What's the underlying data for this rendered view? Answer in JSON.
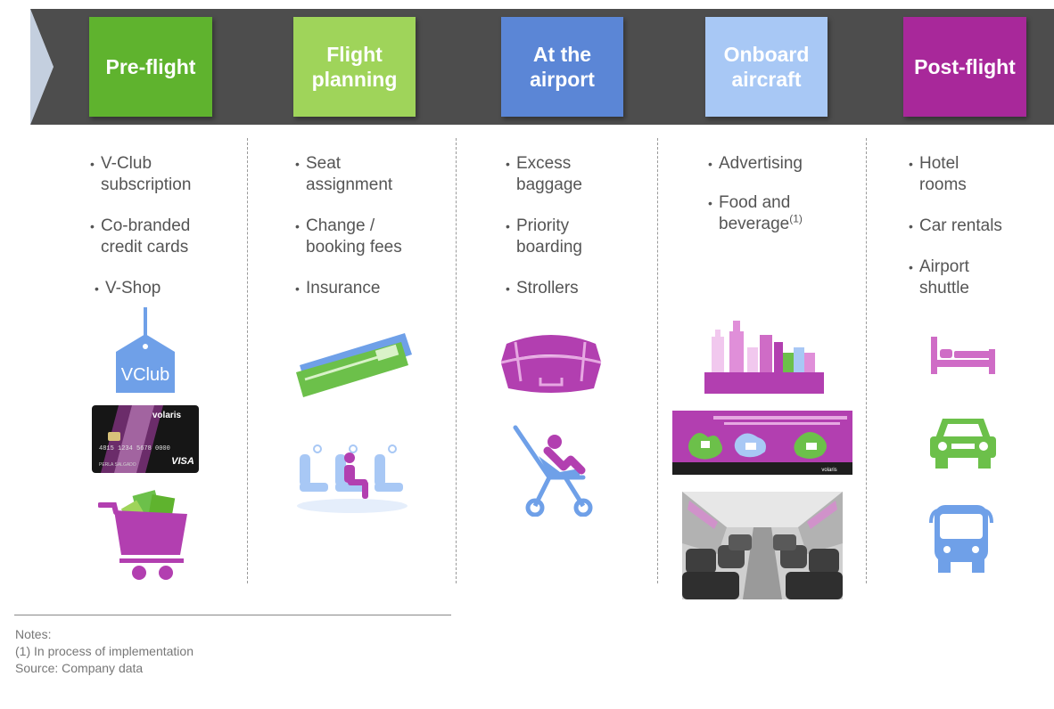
{
  "colors": {
    "band": "#4a4a4a",
    "pre_flight": "#5fb32e",
    "flight_planning": "#9fd45a",
    "at_airport": "#5b86d6",
    "onboard": "#a8c8f5",
    "post_flight": "#a8289a",
    "purple_icon": "#b23fb0",
    "blue_icon": "#6fa0e8",
    "green_icon": "#6cc04a"
  },
  "stages": [
    {
      "label": "Pre-flight"
    },
    {
      "label": "Flight\nplanning"
    },
    {
      "label": "At the\nairport"
    },
    {
      "label": "Onboard\naircraft"
    },
    {
      "label": "Post-flight"
    }
  ],
  "columns": [
    {
      "items": [
        "V-Club\nsubscription",
        "Co-branded\ncredit cards",
        "V-Shop"
      ]
    },
    {
      "items": [
        "Seat\nassignment",
        "Change /\nbooking fees",
        "Insurance"
      ]
    },
    {
      "items": [
        "Excess\nbaggage",
        "Priority\nboarding",
        "Strollers"
      ]
    },
    {
      "items": [
        "Advertising",
        "Food and\nbeverage"
      ],
      "footnote_marker": "(1)"
    },
    {
      "items": [
        "Hotel\nrooms",
        "Car rentals",
        "Airport\nshuttle"
      ]
    }
  ],
  "icons": {
    "vclub_tag_text": "VClub",
    "card_brand": "volaris",
    "card_network": "VISA",
    "card_number": "4815 1234 5678 0000",
    "card_holder": "PERLA SALGADO",
    "ad_banner_brand": "volaris"
  },
  "notes": {
    "heading": "Notes:",
    "note_1": "(1) In process of implementation",
    "source": "Source: Company data"
  }
}
